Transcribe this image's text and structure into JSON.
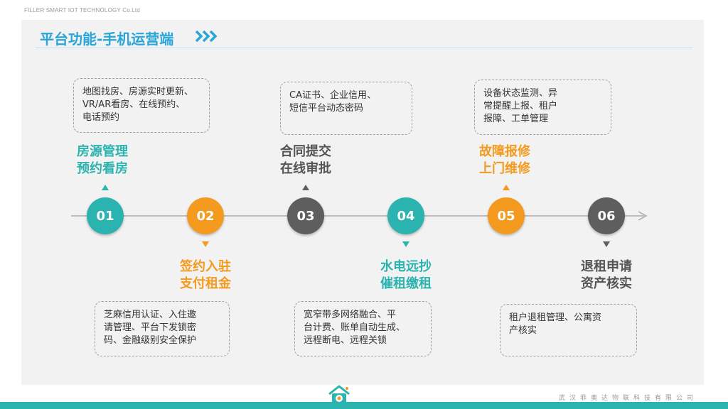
{
  "header": {
    "company": "FILLER SMART IOT TECHNOLOGY Co.Ltd",
    "title": "平台功能-手机运营端"
  },
  "colors": {
    "teal": "#2bb3b0",
    "orange": "#f39a1f",
    "gray": "#5e5e5e",
    "title_blue": "#2aa5d8"
  },
  "steps": [
    {
      "num": "01",
      "label_line1": "房源管理",
      "label_line2": "预约看房",
      "desc_lines": [
        "地图找房、房源实时更新、",
        "VR/AR看房、在线预约、",
        "电话预约"
      ]
    },
    {
      "num": "02",
      "label_line1": "签约入驻",
      "label_line2": "支付租金",
      "desc_lines": [
        "芝麻信用认证、入住邀",
        "请管理、平台下发锁密",
        "码、金融级别安全保护"
      ]
    },
    {
      "num": "03",
      "label_line1": "合同提交",
      "label_line2": "在线审批",
      "desc_lines": [
        "CA证书、企业信用、",
        "短信平台动态密码"
      ]
    },
    {
      "num": "04",
      "label_line1": "水电远抄",
      "label_line2": "催租缴租",
      "desc_lines": [
        "宽窄带多网络融合、平",
        "台计费、账单自动生成、",
        "远程断电、远程关锁"
      ]
    },
    {
      "num": "05",
      "label_line1": "故障报修",
      "label_line2": "上门维修",
      "desc_lines": [
        "设备状态监测、异",
        "常提醒上报、租户",
        "报障、工单管理"
      ]
    },
    {
      "num": "06",
      "label_line1": "退租申请",
      "label_line2": "资产核实",
      "desc_lines": [
        "租户退租管理、公寓资",
        "产核实"
      ]
    }
  ],
  "footer": {
    "company_cn": "武汉菲奥达物联科技有限公司"
  }
}
